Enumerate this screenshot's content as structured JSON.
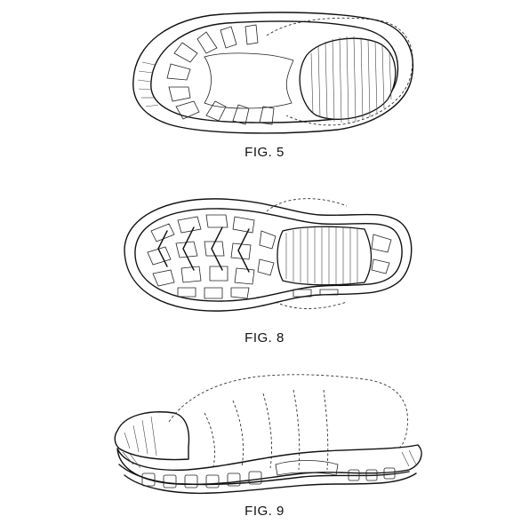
{
  "figures": [
    {
      "id": "fig5",
      "caption": "FIG. 5"
    },
    {
      "id": "fig8",
      "caption": "FIG. 8"
    },
    {
      "id": "fig9",
      "caption": "FIG. 9"
    }
  ]
}
